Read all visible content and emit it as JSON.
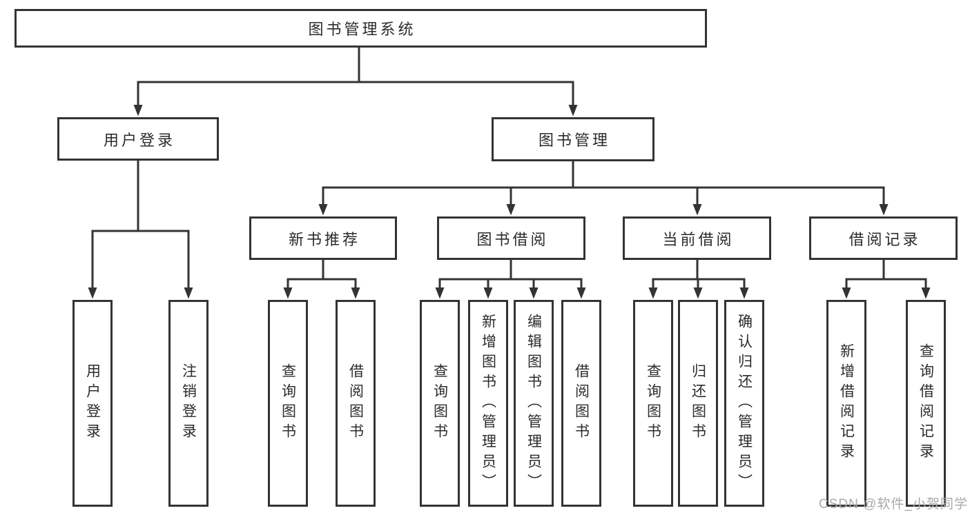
{
  "tree": {
    "label": "图书管理系统",
    "children": [
      {
        "label": "用户登录",
        "children": [
          {
            "label": "用户登录"
          },
          {
            "label": "注销登录"
          }
        ]
      },
      {
        "label": "图书管理",
        "children": [
          {
            "label": "新书推荐",
            "children": [
              {
                "label": "查询图书"
              },
              {
                "label": "借阅图书"
              }
            ]
          },
          {
            "label": "图书借阅",
            "children": [
              {
                "label": "查询图书"
              },
              {
                "label": "新增图书（管理员）"
              },
              {
                "label": "编辑图书（管理员）"
              },
              {
                "label": "借阅图书"
              }
            ]
          },
          {
            "label": "当前借阅",
            "children": [
              {
                "label": "查询图书"
              },
              {
                "label": "归还图书"
              },
              {
                "label": "确认归还（管理员）"
              }
            ]
          },
          {
            "label": "借阅记录",
            "children": [
              {
                "label": "新增借阅记录"
              },
              {
                "label": "查询借阅记录"
              }
            ]
          }
        ]
      }
    ]
  },
  "watermark": {
    "text": "CSDN @软件_小贺同学"
  },
  "colors": {
    "line": "#333333",
    "box_border": "#333333",
    "box_background": "#ffffff",
    "text": "#2b2b2b",
    "watermark": "#a9a9a9",
    "background": "#ffffff"
  }
}
